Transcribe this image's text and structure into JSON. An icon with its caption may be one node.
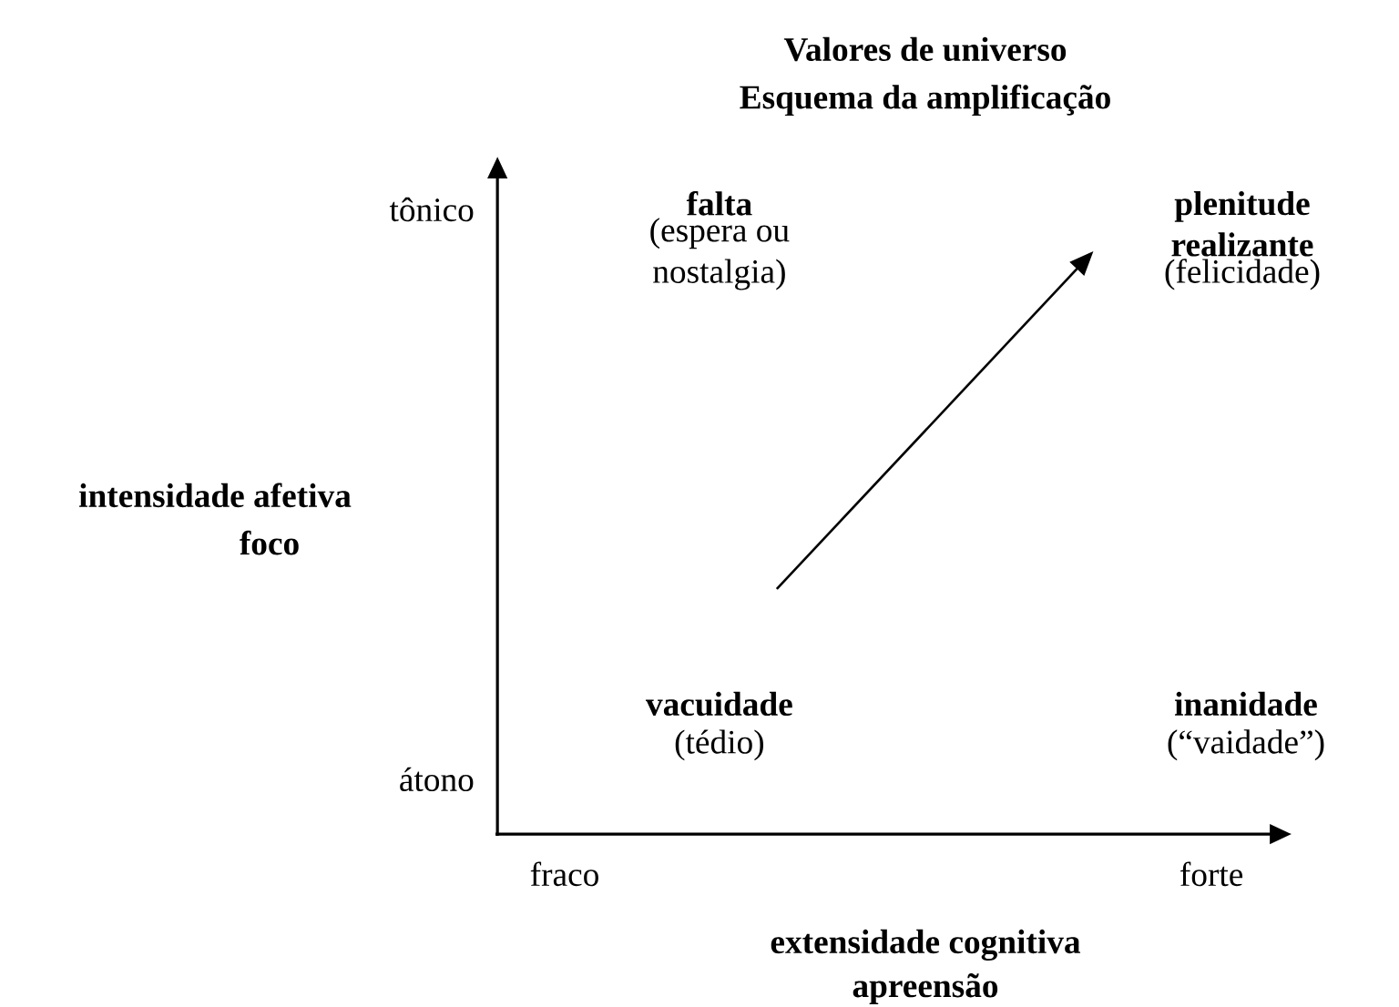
{
  "diagram": {
    "title": "Valores de universo",
    "nodes": [
      {
        "text": [
          "falta",
          "(espera ou nostalgia)"
        ]
      },
      {
        "text": [
          "plenitude realizante",
          "(felicidade)"
        ]
      },
      {
        "text": [
          "vacuidade",
          "(tédio)"
        ]
      },
      {
        "text": [
          "inanidade",
          "(“vaidade”)"
        ]
      }
    ],
    "edges": [
      {
        "from": 2,
        "to": 1,
        "arrow": "to"
      }
    ],
    "labels": [
      "Esquema da amplificação",
      "tônico",
      "intensidade afetiva",
      "foco",
      "átono",
      "fraco",
      "forte",
      "extensidade cognitiva",
      "apreensão"
    ]
  }
}
